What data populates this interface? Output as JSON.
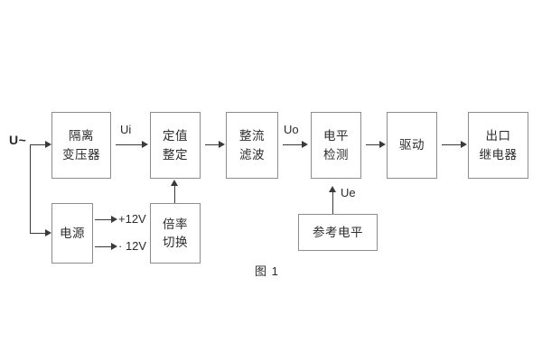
{
  "figure": {
    "caption": "图 1",
    "title_text": "图 1"
  },
  "signals": {
    "input": "U~",
    "ui": "Ui",
    "uo": "Uo",
    "ue": "Ue",
    "pos12v": "+12V",
    "neg12v": "· 12V"
  },
  "blocks": {
    "isolation_transformer": {
      "line1": "隔离",
      "line2": "变压器"
    },
    "setting_adjust": {
      "line1": "定值",
      "line2": "整定"
    },
    "rectify_filter": {
      "line1": "整流",
      "line2": "滤波"
    },
    "level_detect": {
      "line1": "电平",
      "line2": "检测"
    },
    "driver": {
      "line1": "驱动"
    },
    "output_relay": {
      "line1": "出口",
      "line2": "继电器"
    },
    "power_supply": {
      "line1": "电源"
    },
    "multiplier_switch": {
      "line1": "倍率",
      "line2": "切换"
    },
    "reference_level": {
      "line1": "参考电平"
    }
  },
  "colors": {
    "box_border": "#8d8d8d",
    "line": "#3a3a3a",
    "text": "#2b2b2b",
    "background": "#ffffff"
  }
}
